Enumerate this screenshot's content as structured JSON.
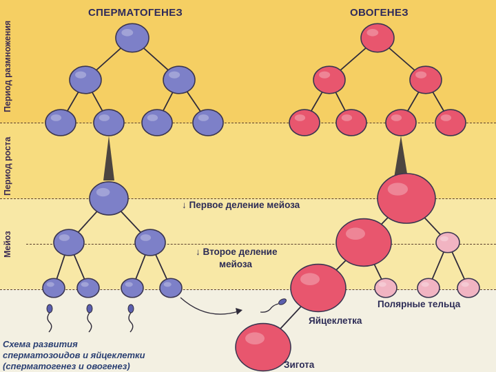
{
  "titles": {
    "left": "СПЕРМАТОГЕНЕЗ",
    "right": "ОВОГЕНЕЗ"
  },
  "periods": {
    "reproduction": "Период размножения",
    "growth": "Период роста",
    "meiosis": "Мейоз"
  },
  "divisions": {
    "first": "↓ Первое деление мейоза",
    "second_line1": "↓ Второе деление",
    "second_line2": "мейоза"
  },
  "labels": {
    "polar_bodies": "Полярные тельца",
    "egg": "Яйцеклетка",
    "zygote": "Зигота"
  },
  "caption": {
    "line1": "Схема развития",
    "line2": "сперматозоидов и яйцеклетки",
    "line3": "(сперматогенез и овогенез)"
  },
  "colors": {
    "band_top": "#f5cf63",
    "band_mid": "#f7dc7f",
    "band_low": "#f8e8a6",
    "band_bottom": "#f3f0e2",
    "sperm_cell": "#7d80c8",
    "ovum_cell": "#e8566e",
    "polar_body": "#f1b4c2",
    "outline": "#3a3550"
  }
}
